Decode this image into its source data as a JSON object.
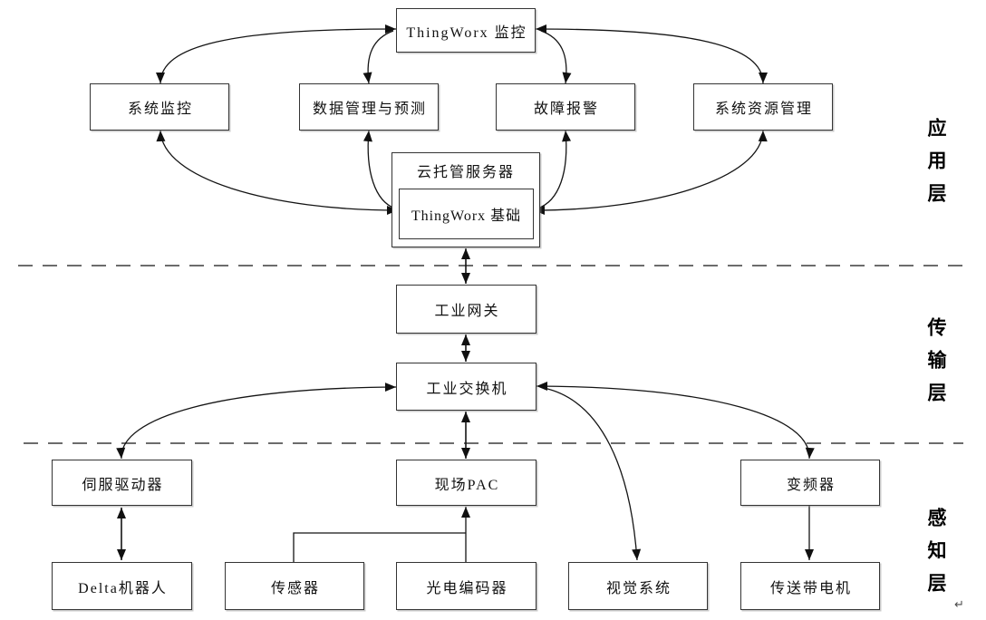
{
  "nodes": {
    "thingworx_monitor": "ThingWorx 监控",
    "system_monitor": "系统监控",
    "data_management": "数据管理与预测",
    "fault_alarm": "故障报警",
    "resource_management": "系统资源管理",
    "cloud_server": "云托管服务器",
    "thingworx_foundation": "ThingWorx 基础",
    "gateway": "工业网关",
    "switch": "工业交换机",
    "servo_driver": "伺服驱动器",
    "field_pac": "现场PAC",
    "inverter": "变频器",
    "delta_robot": "Delta机器人",
    "sensor": "传感器",
    "encoder": "光电编码器",
    "vision_system": "视觉系统",
    "conveyor_motor": "传送带电机"
  },
  "layers": {
    "application": "应用层",
    "transmission": "传输层",
    "perception": "感知层"
  },
  "marks": {
    "return_mark": "↵"
  },
  "colors": {
    "line": "#1a1a1a",
    "border": "#343434",
    "background": "#ffffff"
  }
}
